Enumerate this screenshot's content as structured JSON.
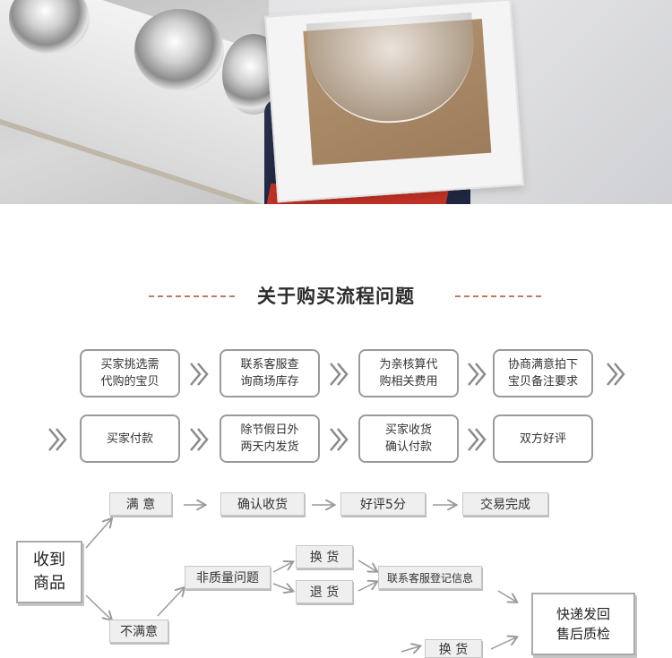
{
  "title": "关于购买流程问题",
  "steps": [
    "买家挑选需\n代购的宝贝",
    "联系客服查\n询商场库存",
    "为亲核算代\n购相关费用",
    "协商满意拍下\n宝贝备注要求",
    "买家付款",
    "除节假日外\n两天内发货",
    "买家收货\n确认付款",
    "双方好评"
  ],
  "flow": {
    "received": "收到\n商品",
    "satisfied": "满  意",
    "confirm_receipt": "确认收货",
    "five_star": "好评5分",
    "trade_done": "交易完成",
    "unsatisfied": "不满意",
    "non_quality": "非质量问题",
    "exchange": "换  货",
    "refund": "退  货",
    "contact_service": "联系客服登记信息",
    "return_check": "快递发回\n售后质检",
    "exchange_2": "换  货"
  }
}
